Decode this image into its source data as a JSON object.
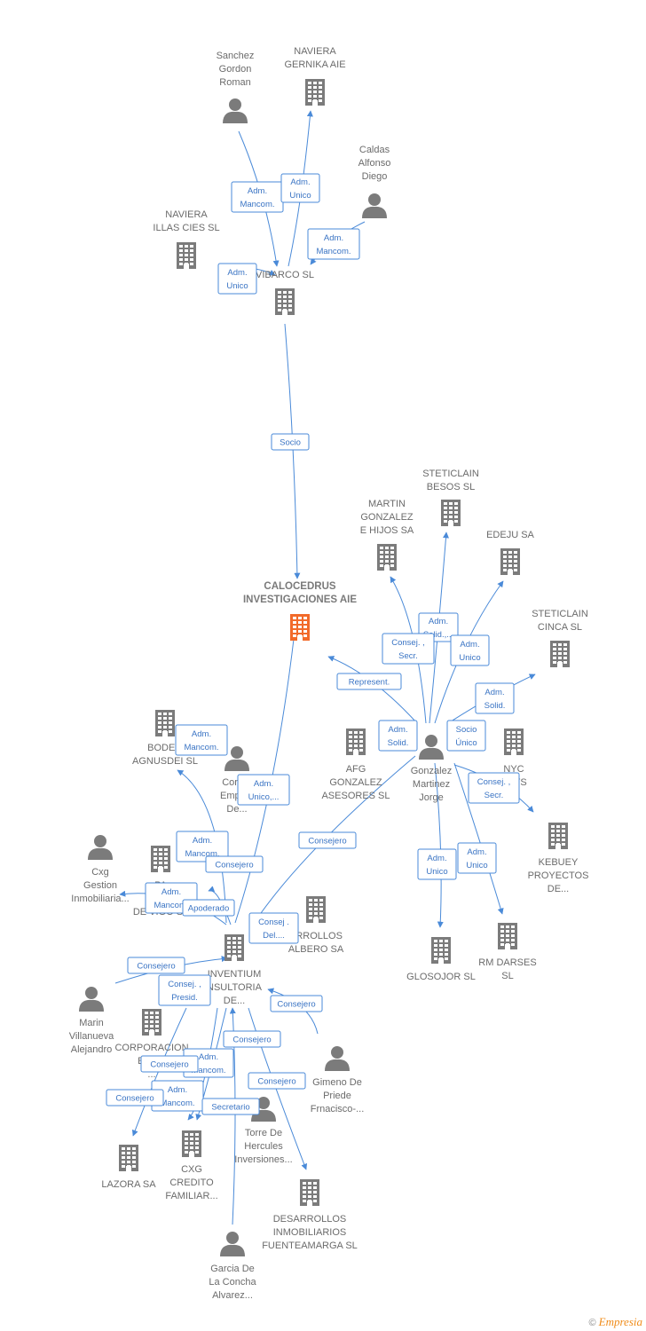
{
  "nodes": [
    {
      "id": "sanchez",
      "type": "person",
      "lines": [
        "Sanchez",
        "Gordon",
        "Roman"
      ]
    },
    {
      "id": "naviera_gernika",
      "type": "company",
      "lines": [
        "NAVIERA",
        "GERNIKA  AIE"
      ]
    },
    {
      "id": "caldas",
      "type": "person",
      "lines": [
        "Caldas",
        "Alfonso",
        "Diego"
      ]
    },
    {
      "id": "naviera_illas",
      "type": "company",
      "lines": [
        "NAVIERA",
        "ILLAS CIES  SL"
      ]
    },
    {
      "id": "vibarco",
      "type": "company",
      "lines": [
        "VIBARCO SL"
      ]
    },
    {
      "id": "calocedrus",
      "type": "central",
      "lines": [
        "CALOCEDRUS",
        "INVESTIGACIONES AIE"
      ]
    },
    {
      "id": "steticlain_besos",
      "type": "company",
      "lines": [
        "STETICLAIN",
        "BESOS  SL"
      ]
    },
    {
      "id": "martin_gonzalez",
      "type": "company",
      "lines": [
        "MARTIN",
        "GONZALEZ",
        "E HIJOS SA"
      ]
    },
    {
      "id": "edeju",
      "type": "company",
      "lines": [
        "EDEJU SA"
      ]
    },
    {
      "id": "steticlain_cinca",
      "type": "company",
      "lines": [
        "STETICLAIN",
        "CINCA  SL"
      ]
    },
    {
      "id": "afg",
      "type": "company",
      "lines": [
        "AFG",
        "GONZALEZ",
        "ASESORES  SL"
      ]
    },
    {
      "id": "gonzalez_jorge",
      "type": "person",
      "lines": [
        "Gonzalez",
        "Martinez",
        "Jorge"
      ]
    },
    {
      "id": "nyc",
      "type": "company",
      "lines": [
        "NYC",
        "ENTS"
      ]
    },
    {
      "id": "kebuey",
      "type": "company",
      "lines": [
        "KEBUEY",
        "PROYECTOS",
        "DE..."
      ]
    },
    {
      "id": "glosojor",
      "type": "company",
      "lines": [
        "GLOSOJOR  SL"
      ]
    },
    {
      "id": "rm_darses",
      "type": "company",
      "lines": [
        "RM DARSES",
        "SL"
      ]
    },
    {
      "id": "bodegas",
      "type": "company",
      "lines": [
        "BODEG",
        "AGNUSDEI SL"
      ]
    },
    {
      "id": "corporacion_emp",
      "type": "person",
      "lines": [
        "Corpor",
        "Empres",
        "De..."
      ]
    },
    {
      "id": "cxg_gestion",
      "type": "person",
      "lines": [
        "Cxg",
        "Gestion",
        "Inmobiliaria..."
      ]
    },
    {
      "id": "pa_co",
      "type": "company",
      "lines": [
        "PA",
        "CO",
        "DE VIGO SL"
      ]
    },
    {
      "id": "desarrollos_albero",
      "type": "company",
      "lines": [
        "ARROLLOS",
        "ALBERO SA"
      ]
    },
    {
      "id": "inventium",
      "type": "company",
      "lines": [
        "INVENTIUM",
        "NSULTORIA",
        "DE..."
      ]
    },
    {
      "id": "marin",
      "type": "person",
      "lines": [
        "Marin",
        "Villanueva",
        "Alejandro"
      ]
    },
    {
      "id": "corporacion_empr",
      "type": "company",
      "lines": [
        "CORPORACION",
        "EMPR",
        "..."
      ]
    },
    {
      "id": "gimeno",
      "type": "person",
      "lines": [
        "Gimeno De",
        "Priede",
        "Frnacisco-..."
      ]
    },
    {
      "id": "torre",
      "type": "person",
      "lines": [
        "Torre De",
        "Hercules",
        "Inversiones..."
      ]
    },
    {
      "id": "lazora",
      "type": "company",
      "lines": [
        "LAZORA SA"
      ]
    },
    {
      "id": "cxg_credito",
      "type": "company",
      "lines": [
        "CXG",
        "CREDITO",
        "FAMILIAR..."
      ]
    },
    {
      "id": "desarrollos_fuente",
      "type": "company",
      "lines": [
        "DESARROLLOS",
        "INMOBILIARIOS",
        "FUENTEAMARGA SL"
      ]
    },
    {
      "id": "garcia",
      "type": "person",
      "lines": [
        "Garcia De",
        "La Concha",
        "Alvarez..."
      ]
    }
  ],
  "relations": [
    {
      "lines": [
        "Adm.",
        "Mancom."
      ]
    },
    {
      "lines": [
        "Adm.",
        "Unico"
      ]
    },
    {
      "lines": [
        "Adm.",
        "Mancom."
      ]
    },
    {
      "lines": [
        "Adm.",
        "Unico"
      ]
    },
    {
      "lines": [
        "Socio"
      ]
    },
    {
      "lines": [
        "Adm.",
        "Solid.,..."
      ]
    },
    {
      "lines": [
        "Consej. ,",
        "Secr."
      ]
    },
    {
      "lines": [
        "Adm.",
        "Unico"
      ]
    },
    {
      "lines": [
        "Represent."
      ]
    },
    {
      "lines": [
        "Adm.",
        "Solid."
      ]
    },
    {
      "lines": [
        "Adm.",
        "Solid."
      ]
    },
    {
      "lines": [
        "Socio",
        "Único"
      ]
    },
    {
      "lines": [
        "Consej. ,",
        "Secr."
      ]
    },
    {
      "lines": [
        "Consejero"
      ]
    },
    {
      "lines": [
        "Adm.",
        "Unico"
      ]
    },
    {
      "lines": [
        "Adm.",
        "Unico"
      ]
    },
    {
      "lines": [
        "Adm.",
        "Mancom."
      ]
    },
    {
      "lines": [
        "Adm.",
        "Unico,..."
      ]
    },
    {
      "lines": [
        "Adm.",
        "Mancom."
      ]
    },
    {
      "lines": [
        "Consejero"
      ]
    },
    {
      "lines": [
        "Adm.",
        "Mancom."
      ]
    },
    {
      "lines": [
        "Apoderado"
      ]
    },
    {
      "lines": [
        "Consej .",
        "Del...."
      ]
    },
    {
      "lines": [
        "Consejero"
      ]
    },
    {
      "lines": [
        "Consej. ,",
        "Presid."
      ]
    },
    {
      "lines": [
        "Consejero"
      ]
    },
    {
      "lines": [
        "Adm.",
        "Mancom."
      ]
    },
    {
      "lines": [
        "Consejero"
      ]
    },
    {
      "lines": [
        "Consejero"
      ]
    },
    {
      "lines": [
        "Adm.",
        "Mancom."
      ]
    },
    {
      "lines": [
        "Consejero"
      ]
    },
    {
      "lines": [
        "Consejero"
      ]
    },
    {
      "lines": [
        "Secretario"
      ]
    }
  ],
  "footer": {
    "copyright": "©",
    "brand": "Empresia"
  },
  "colors": {
    "edge": "#4a8ad8",
    "icon": "#7b7b7b",
    "central_icon": "#f26a2a",
    "label": "#6b6b6b"
  }
}
